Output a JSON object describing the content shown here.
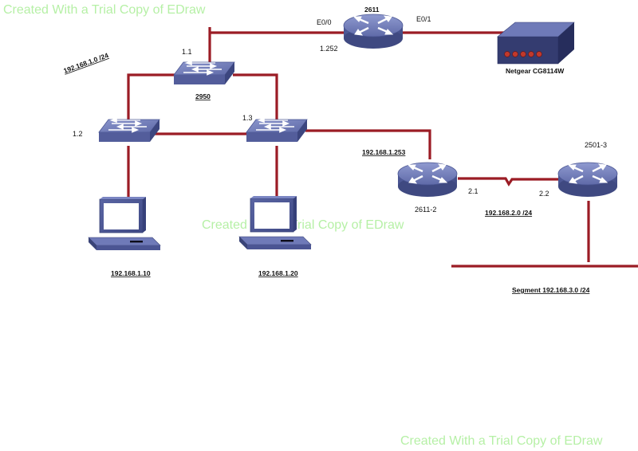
{
  "watermark": {
    "top_left": "Created With a Trial Copy of EDraw",
    "middle": "Created With a Trial Copy of EDraw",
    "bottom_right": "Created With a Trial Copy of EDraw"
  },
  "colors": {
    "link": "#9b1c25",
    "device_blue": "#5f6aa8",
    "watermark": "#b6f0a6"
  },
  "routers": {
    "r2611": {
      "name": "2611",
      "if_left": "E0/0",
      "if_right": "E0/1",
      "ip": "1.252"
    },
    "r2611_2": {
      "name": "2611-2",
      "ip_top": "192.168.1.253",
      "ip_serial": "2.1"
    },
    "r2501_3": {
      "name": "2501-3",
      "ip_serial": "2.2"
    }
  },
  "switches": {
    "sw2950": {
      "name": "2950",
      "ip": "1.1"
    },
    "sw_left": {
      "ip": "1.2"
    },
    "sw_right": {
      "ip": "1.3"
    }
  },
  "modem": {
    "name": "Netgear CG8114W"
  },
  "networks": {
    "lan": "192.168.1.0 /24",
    "serial": "192.168.2.0 /24",
    "segment": "Segment 192.168.3.0 /24"
  },
  "hosts": {
    "pc1": {
      "ip": "192.168.1.10"
    },
    "pc2": {
      "ip": "192.168.1.20"
    }
  }
}
